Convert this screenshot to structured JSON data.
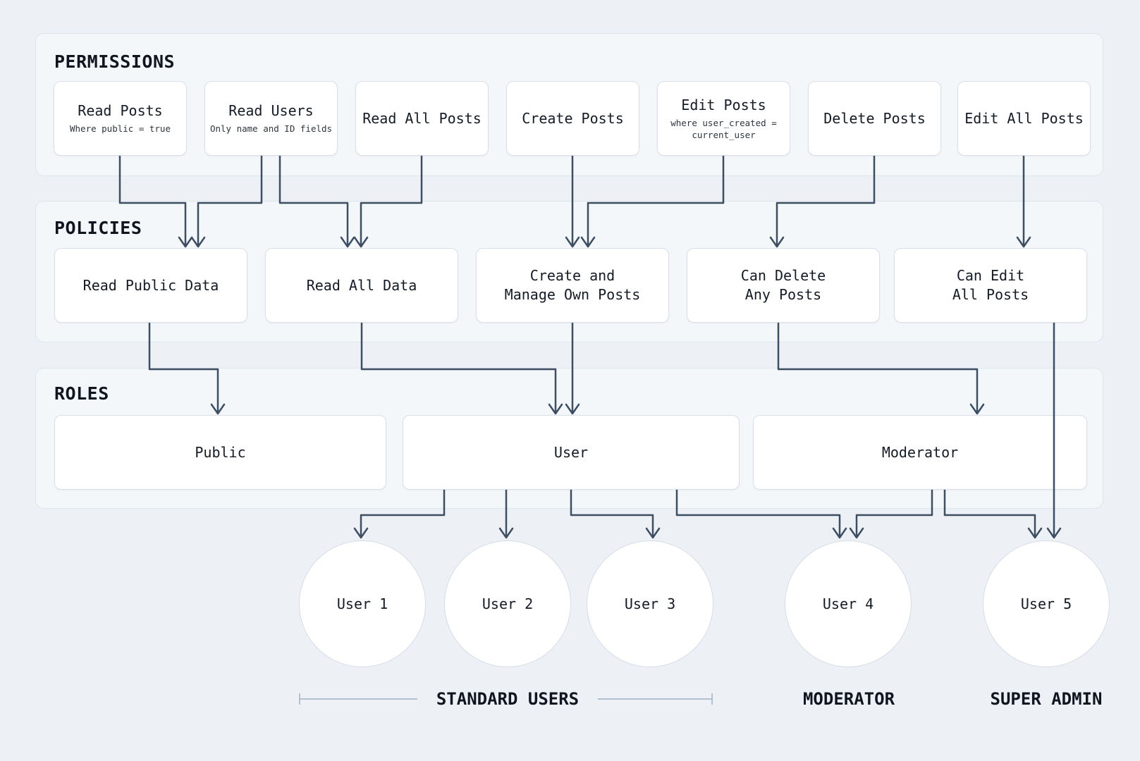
{
  "colors": {
    "page_bg": "#edf1f6",
    "tier_bg": "#f4f7fa",
    "tier_border": "#dee5ec",
    "node_bg": "#ffffff",
    "node_border": "#d9e0e9",
    "arrow": "#3d4e63",
    "bracket": "#9db2c6",
    "title_text": "#10161f",
    "node_text": "#141b24",
    "sub_text": "#2e353e"
  },
  "permissions": {
    "title": "PERMISSIONS",
    "boxes": [
      {
        "label": "Read Posts",
        "sub": "Where public = true"
      },
      {
        "label": "Read Users",
        "sub": "Only name and ID fields"
      },
      {
        "label": "Read All Posts",
        "sub": ""
      },
      {
        "label": "Create Posts",
        "sub": ""
      },
      {
        "label": "Edit Posts",
        "sub": "where user_created = current_user"
      },
      {
        "label": "Delete Posts",
        "sub": ""
      },
      {
        "label": "Edit All Posts",
        "sub": ""
      }
    ]
  },
  "policies": {
    "title": "POLICIES",
    "boxes": [
      {
        "lines": [
          "Read Public Data",
          ""
        ]
      },
      {
        "lines": [
          "Read All Data",
          ""
        ]
      },
      {
        "lines": [
          "Create and",
          "Manage Own Posts"
        ]
      },
      {
        "lines": [
          "Can Delete",
          "Any Posts"
        ]
      },
      {
        "lines": [
          "Can Edit",
          "All Posts"
        ]
      }
    ]
  },
  "roles": {
    "title": "ROLES",
    "boxes": [
      {
        "label": "Public"
      },
      {
        "label": "User"
      },
      {
        "label": "Moderator"
      }
    ]
  },
  "users": [
    {
      "label": "User 1"
    },
    {
      "label": "User 2"
    },
    {
      "label": "User 3"
    },
    {
      "label": "User 4"
    },
    {
      "label": "User 5"
    }
  ],
  "groups": [
    {
      "label": "STANDARD USERS"
    },
    {
      "label": "MODERATOR"
    },
    {
      "label": "SUPER ADMIN"
    }
  ],
  "edges": [
    {
      "from": "Read Posts",
      "to": "Read Public Data"
    },
    {
      "from": "Read Users",
      "to": "Read Public Data"
    },
    {
      "from": "Read Users",
      "to": "Read All Data"
    },
    {
      "from": "Read All Posts",
      "to": "Read All Data"
    },
    {
      "from": "Create Posts",
      "to": "Create and Manage Own Posts"
    },
    {
      "from": "Edit Posts",
      "to": "Create and Manage Own Posts"
    },
    {
      "from": "Delete Posts",
      "to": "Can Delete Any Posts"
    },
    {
      "from": "Edit All Posts",
      "to": "Can Edit All Posts"
    },
    {
      "from": "Read Public Data",
      "to": "Public"
    },
    {
      "from": "Read All Data",
      "to": "User"
    },
    {
      "from": "Create and Manage Own Posts",
      "to": "User"
    },
    {
      "from": "Can Delete Any Posts",
      "to": "Moderator"
    },
    {
      "from": "Can Edit All Posts",
      "to": "User 5"
    },
    {
      "from": "User",
      "to": "User 1"
    },
    {
      "from": "User",
      "to": "User 2"
    },
    {
      "from": "User",
      "to": "User 3"
    },
    {
      "from": "User",
      "to": "User 4"
    },
    {
      "from": "Moderator",
      "to": "User 4"
    },
    {
      "from": "Moderator",
      "to": "User 5"
    }
  ]
}
